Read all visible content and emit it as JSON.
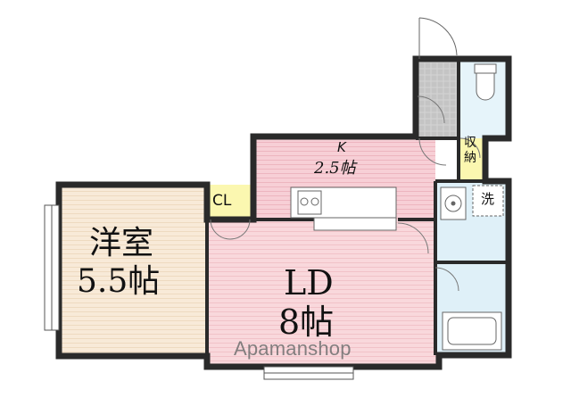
{
  "rooms": {
    "western": {
      "name": "洋室",
      "size": "5.5帖"
    },
    "living_dining": {
      "name": "LD",
      "size": "8帖"
    },
    "kitchen": {
      "name": "K",
      "size": "2.5帖"
    },
    "closet": {
      "label": "CL"
    },
    "storage": {
      "label": "収納"
    },
    "washer": {
      "label": "洗"
    }
  },
  "watermark": "Apamanshop",
  "colors": {
    "western_fill": "#f8ead8",
    "ld_fill": "#f9d8dc",
    "kitchen_fill": "#f7cfd6",
    "closet_fill": "#fbf7b0",
    "bath_fill": "#dff0f8",
    "toilet_fill": "#e6f4fa",
    "entrance_fill": "#d9d9d9",
    "wall": "#2a2a2a"
  }
}
